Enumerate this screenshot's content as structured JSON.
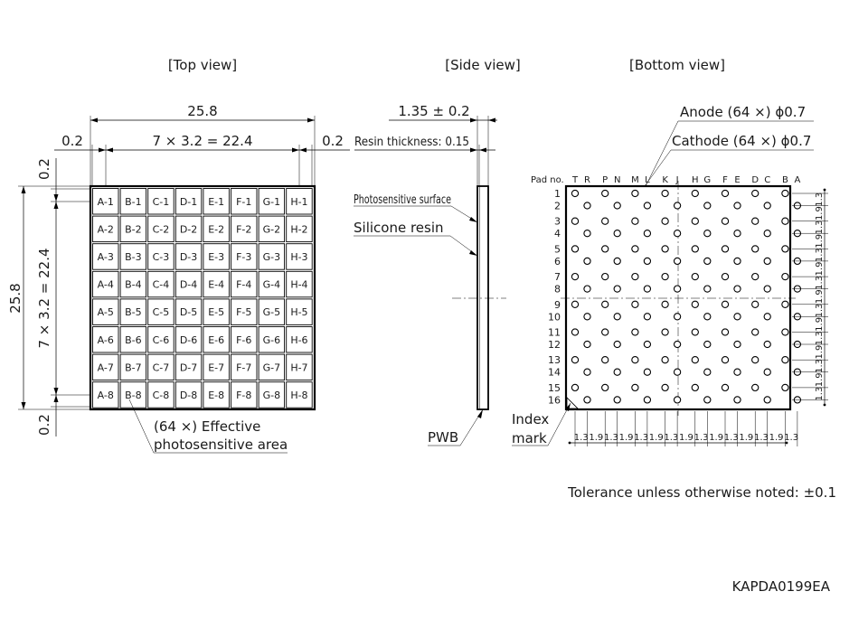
{
  "views": {
    "top": "[Top view]",
    "side": "[Side view]",
    "bottom": "[Bottom view]"
  },
  "top_view": {
    "overall_width": "25.8",
    "overall_height": "25.8",
    "margin_left": "0.2",
    "margin_right": "0.2",
    "margin_top": "0.2",
    "margin_bottom": "0.2",
    "pitch_width": "7 × 3.2 = 22.4",
    "pitch_height": "7 × 3.2 = 22.4",
    "columns": [
      "A",
      "B",
      "C",
      "D",
      "E",
      "F",
      "G",
      "H"
    ],
    "rows": [
      "1",
      "2",
      "3",
      "4",
      "5",
      "6",
      "7",
      "8"
    ],
    "effective_area_line1": "(64 ×) Effective",
    "effective_area_line2": "photosensitive area"
  },
  "side_view": {
    "thickness": "1.35 ± 0.2",
    "resin_thickness": "Resin thickness: 0.15",
    "photosensitive_surface": "Photosensitive surface",
    "silicone_resin": "Silicone resin",
    "pwb": "PWB"
  },
  "bottom_view": {
    "anode": "Anode (64 ×) ϕ0.7",
    "cathode": "Cathode (64 ×) ϕ0.7",
    "pad_no": "Pad no.",
    "column_letters": [
      "T",
      "R",
      "P",
      "N",
      "M",
      "L",
      "K",
      "J",
      "H",
      "G",
      "F",
      "E",
      "D",
      "C",
      "B",
      "A"
    ],
    "row_numbers": [
      "1",
      "2",
      "3",
      "4",
      "5",
      "6",
      "7",
      "8",
      "9",
      "10",
      "11",
      "12",
      "13",
      "14",
      "15",
      "16"
    ],
    "pitches": [
      "1.3",
      "1.9",
      "1.3",
      "1.9",
      "1.3",
      "1.9",
      "1.3",
      "1.9",
      "1.3",
      "1.9",
      "1.3",
      "1.9",
      "1.3",
      "1.9",
      "1.3"
    ],
    "index_line1": "Index",
    "index_line2": "mark"
  },
  "tolerance": "Tolerance unless otherwise noted: ±0.1",
  "doc_code": "KAPDA0199EA"
}
